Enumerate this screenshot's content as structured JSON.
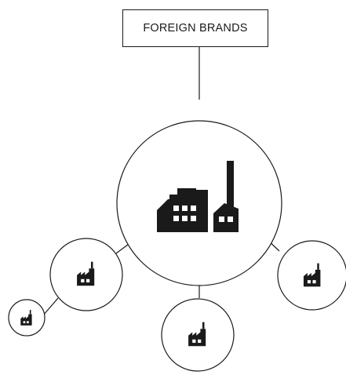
{
  "diagram": {
    "title_box": {
      "label": "FOREIGN BRANDS"
    },
    "nodes": [
      {
        "name": "central-factory",
        "icon": "factory-icon"
      },
      {
        "name": "left-factory",
        "icon": "factory-icon"
      },
      {
        "name": "bottom-factory",
        "icon": "factory-icon"
      },
      {
        "name": "right-factory",
        "icon": "factory-icon"
      },
      {
        "name": "small-factory",
        "icon": "factory-icon"
      }
    ],
    "colors": {
      "stroke": "#1a1a1a",
      "fill": "#1a1a1a",
      "window": "#ffffff",
      "background": "#ffffff"
    }
  }
}
